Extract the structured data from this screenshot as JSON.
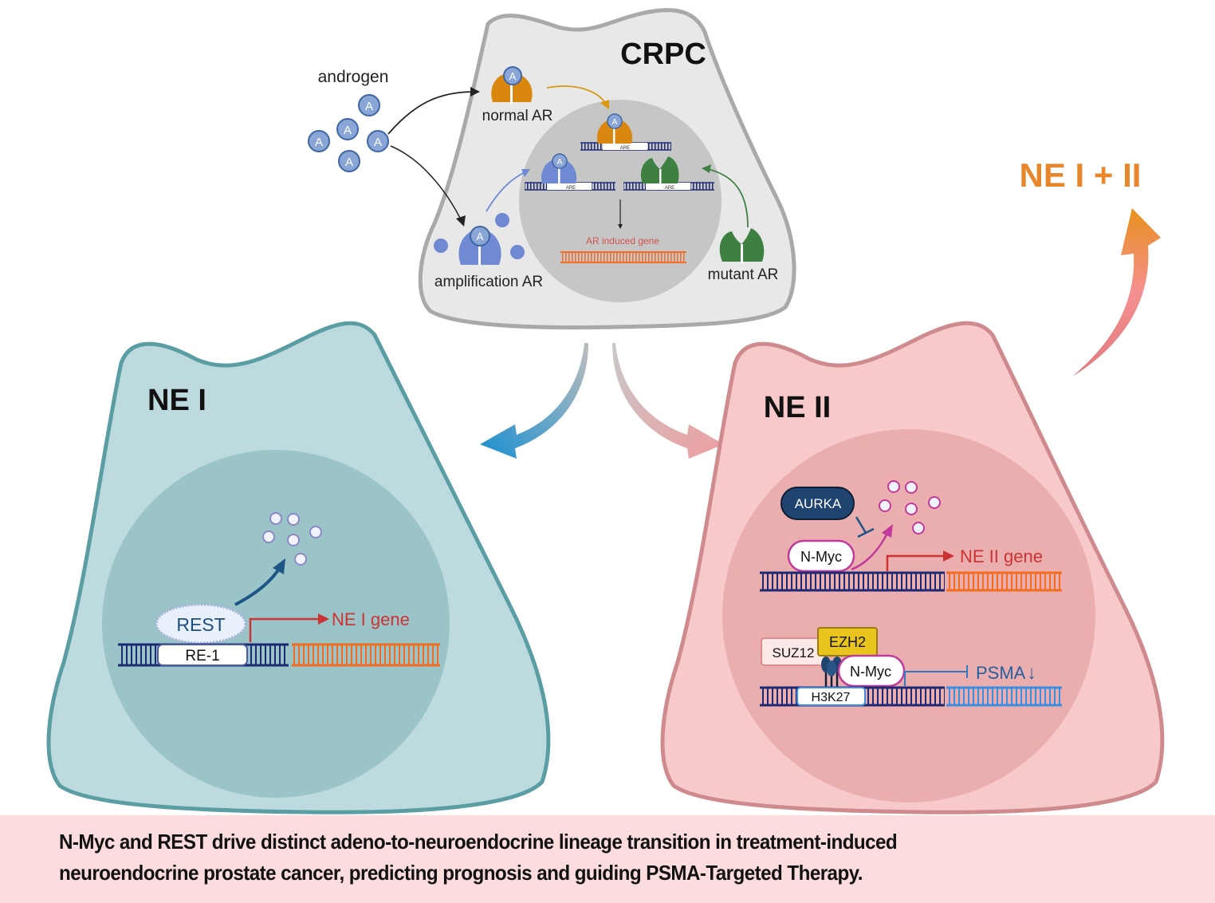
{
  "colors": {
    "crpc_fill": "#e8e8e8",
    "crpc_stroke": "#a9a9a9",
    "crpc_nucleus": "#c6c6c6",
    "ne1_fill": "#bddbde",
    "ne1_stroke": "#5a9ea3",
    "ne1_nucleus": "#9ac4c8",
    "ne2_fill": "#f7c9cb",
    "ne2_stroke": "#cf8a8d",
    "ne2_nucleus": "#ebaeae",
    "androgen": "#8aa6d6",
    "androgen_stroke": "#3f66a3",
    "normal_ar": "#d9870f",
    "amplified_ar": "#6f8ad3",
    "mutant_ar": "#3e7f42",
    "dna_blue": "#1c2a72",
    "dna_orange": "#f26c22",
    "dna_lightblue": "#3a8de0",
    "gene_red": "#cc3333",
    "ne_combo": "#e8862b",
    "caption_bg": "#fcdcdc",
    "aurka": "#1f4470",
    "ezh2": "#e8c41c",
    "nmyc_border": "#c0399c"
  },
  "crpc": {
    "title": "CRPC",
    "androgen_label": "androgen",
    "androgen_symbol": "A",
    "normal_ar_label": "normal AR",
    "amplification_ar_label": "amplification AR",
    "mutant_ar_label": "mutant AR",
    "are_label": "ARE",
    "induced_gene_label": "AR induced gene"
  },
  "ne1": {
    "title": "NE I",
    "rest_label": "REST",
    "re1_label": "RE-1",
    "gene_label": "NE I gene"
  },
  "ne2": {
    "title": "NE II",
    "aurka_label": "AURKA",
    "nmyc_label": "N-Myc",
    "gene_label": "NE II gene",
    "suz12_label": "SUZ12",
    "ezh2_label": "EZH2",
    "nmyc2_label": "N-Myc",
    "h3k27_label": "H3K27",
    "psma_label": "PSMA",
    "psma_down": "↓"
  },
  "combo": {
    "label": "NE I + II"
  },
  "caption": {
    "line1": "N-Myc and REST drive distinct adeno-to-neuroendocrine lineage transition in treatment-induced",
    "line2": "neuroendocrine prostate cancer, predicting prognosis and guiding PSMA-Targeted Therapy."
  }
}
